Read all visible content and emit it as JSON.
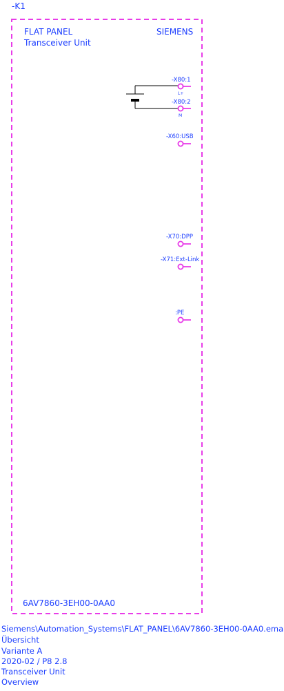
{
  "device": {
    "reference": "-K1",
    "title_line1": "FLAT PANEL",
    "title_line2": "Transceiver Unit",
    "manufacturer": "SIEMENS",
    "order_number": "6AV7860-3EH00-0AA0"
  },
  "ports": [
    {
      "label": "-X80:1",
      "sublabel": "L+"
    },
    {
      "label": "-X80:2",
      "sublabel": "M"
    },
    {
      "label": "-X60:USB"
    },
    {
      "label": "-X70:DPP"
    },
    {
      "label": "-X71:Ext-Link"
    },
    {
      "label": ":PE"
    }
  ],
  "footer": {
    "path": "Siemens\\Automation_Systems\\FLAT_PANEL\\6AV7860-3EH00-0AA0.ema",
    "line2": "Übersicht",
    "line3": "Variante A",
    "line4": "2020-02 / P8 2.8",
    "line5": "Transceiver Unit",
    "line6": "Overview"
  },
  "colors": {
    "text": "#1a3cff",
    "border": "#e83ce8",
    "connector": "#e83ce8",
    "symbol": "#000000"
  },
  "icons": {
    "connector": "connector-terminal-icon",
    "power_source": "dc-source-symbol-icon"
  }
}
